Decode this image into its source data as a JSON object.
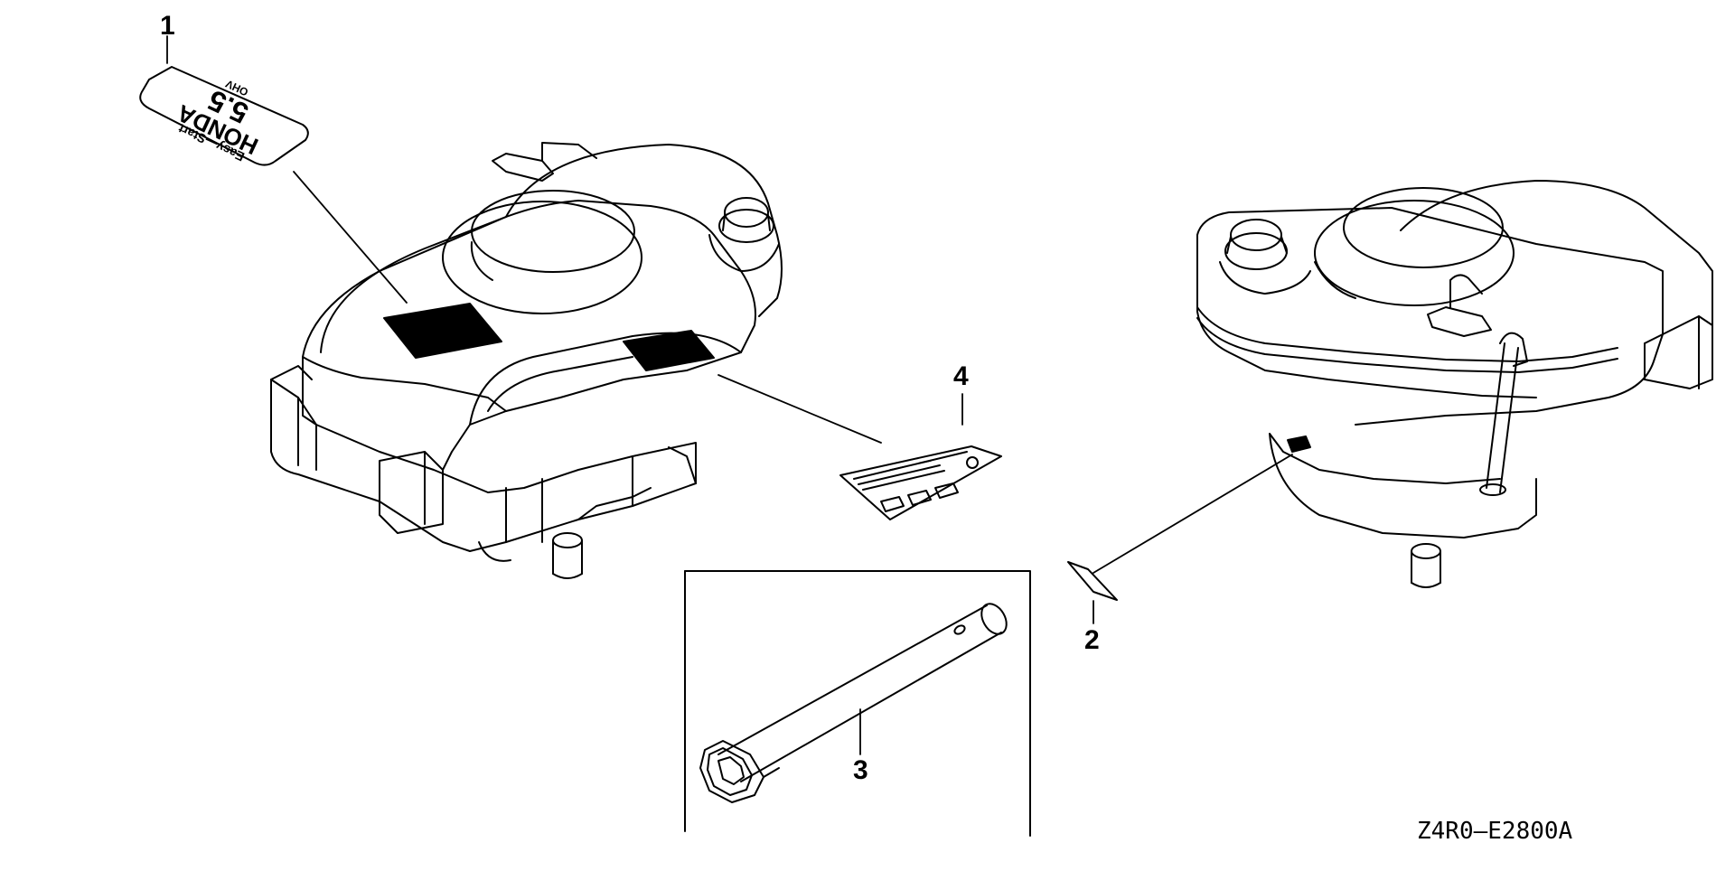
{
  "diagram": {
    "drawing_code": "Z4R0—E2800A",
    "callouts": [
      "1",
      "2",
      "3",
      "4"
    ],
    "label_1": {
      "line1": "Easy—Start",
      "line2": "HONDA",
      "line3": "5.5",
      "line4": "OHV"
    }
  },
  "colors": {
    "ink": "#000000",
    "paper": "#ffffff"
  }
}
